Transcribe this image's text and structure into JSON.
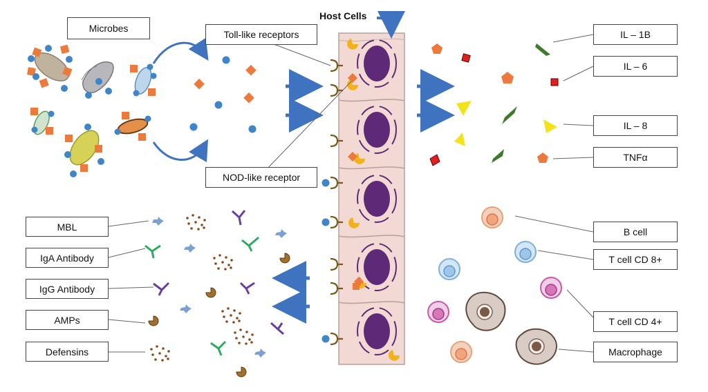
{
  "labels": {
    "microbes": "Microbes",
    "toll": "Toll-like receptors",
    "nod": "NOD-like receptor",
    "host_cells": "Host Cells",
    "il1b": "IL – 1B",
    "il6": "IL – 6",
    "il8": "IL – 8",
    "tnfa": "TNFα",
    "mbl": "MBL",
    "iga": "IgA Antibody",
    "igg": "IgG Antibody",
    "amps": "AMPs",
    "defensins": "Defensins",
    "bcell": "B cell",
    "tcd8": "T cell CD 8+",
    "tcd4": "T cell CD 4+",
    "macrophage": "Macrophage"
  },
  "colors": {
    "membrane": "#f2d9d4",
    "nucleus": "#5e2a78",
    "arrow_blue": "#3f73c0",
    "orange": "#ec7a3c",
    "blue_dot": "#3f86c8",
    "yellow": "#f4e21c",
    "red": "#e02020",
    "green": "#3e7a2c",
    "receptor": "#7a5a1a",
    "amp": "#a0702c",
    "defensin": "#8b4a1e"
  }
}
